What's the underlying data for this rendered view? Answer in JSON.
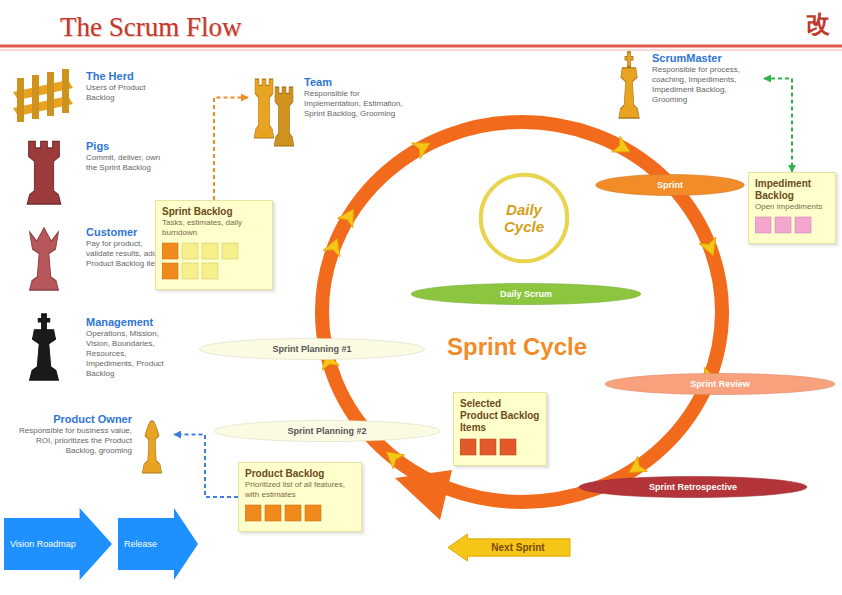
{
  "diagram": {
    "title": "The Scrum Flow",
    "nodes": [
      {
        "text": [
          "The Herd",
          "Users of Product Backlog"
        ]
      },
      {
        "text": [
          "Pigs",
          "Commit, deliver, own the Sprint Backlog"
        ]
      },
      {
        "text": [
          "Customer",
          "Pay for product, validate results, add Product Backlog items"
        ]
      },
      {
        "text": [
          "Management",
          "Operations, Mission, Vision, Boundaries, Resources, Impediments, Product Backlog"
        ]
      },
      {
        "text": [
          "Team",
          "Responsible for Implementation, Estimation, Sprint Backlog, Grooming"
        ]
      },
      {
        "text": [
          "ScrumMaster",
          "Responsible for process, coaching, Impediments, Impediment Backlog, Grooming"
        ]
      },
      {
        "text": [
          "Sprint Backlog",
          "Tasks, estimates, daily burndown"
        ]
      },
      {
        "text": [
          "Daily Cycle"
        ]
      },
      {
        "text": [
          "Sprint"
        ]
      },
      {
        "text": [
          "Impediment Backlog",
          "Open impediments"
        ]
      },
      {
        "text": [
          "Daily Scrum"
        ]
      },
      {
        "text": [
          "Sprint Planning #1"
        ]
      },
      {
        "text": [
          "Sprint Review"
        ]
      },
      {
        "text": [
          "Product Owner",
          "Responsible for business value, ROI, prioritizes the Product Backlog, grooming"
        ]
      },
      {
        "text": [
          "Sprint Planning #2"
        ]
      },
      {
        "text": [
          "Selected Product Backlog Items"
        ]
      },
      {
        "text": [
          "Sprint Retrospective"
        ]
      },
      {
        "text": [
          "Product Backlog",
          "Prioritized list of all features, with estimates"
        ]
      },
      {
        "text": [
          "Next Sprint"
        ]
      },
      {
        "text": [
          "Vision Roadmap"
        ]
      },
      {
        "text": [
          "Release"
        ]
      }
    ],
    "edges": [
      {
        "from": 17,
        "to": 13,
        "arrow": "to"
      },
      {
        "from": 6,
        "to": 4,
        "arrow": "to"
      },
      {
        "from": 5,
        "to": 9,
        "arrow": "both"
      }
    ],
    "labels": [
      "改",
      "Sprint Cycle"
    ]
  }
}
